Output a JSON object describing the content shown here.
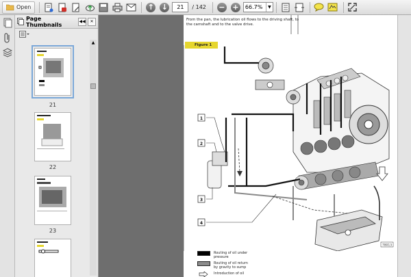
{
  "toolbar": {
    "open_label": "Open",
    "current_page": "21",
    "total_pages": "/ 142",
    "zoom": "66.7%",
    "icons": [
      "folder-open-icon",
      "print-icon",
      "save-icon",
      "edit-icon",
      "cloud-upload-icon",
      "save-disk-icon",
      "printer-icon",
      "email-icon",
      "arrow-up-icon",
      "arrow-down-icon",
      "zoom-out-icon",
      "zoom-in-icon",
      "fit-page-icon",
      "fit-width-icon",
      "comment-icon",
      "sign-icon",
      "expand-icon"
    ]
  },
  "sidebar": {
    "title": "Page Thumbnails",
    "thumbnails": [
      {
        "label": "21",
        "selected": true
      },
      {
        "label": "22",
        "selected": false
      },
      {
        "label": "23",
        "selected": false
      },
      {
        "label": "",
        "selected": false
      }
    ]
  },
  "document": {
    "intro_line1": "From the pan, the lubrication oil flows to the driving shaft, to",
    "intro_line2": "the camshaft and to the valve drive.",
    "figure_label": "Figure 1",
    "callouts": [
      "1",
      "2",
      "3",
      "4"
    ],
    "figure_code": "78013",
    "legend": [
      {
        "text1": "Routing of oil under",
        "text2": "pressure",
        "color": "#000000"
      },
      {
        "text1": "Routing of oil return",
        "text2": "by gravity to sump",
        "color": "#8c8c8c"
      },
      {
        "text1": "Introduction of oil",
        "text2": "",
        "color": "#ffffff"
      }
    ]
  },
  "colors": {
    "figure_label_bg": "#e6d62e",
    "viewer_bg": "#6e6e6e"
  }
}
